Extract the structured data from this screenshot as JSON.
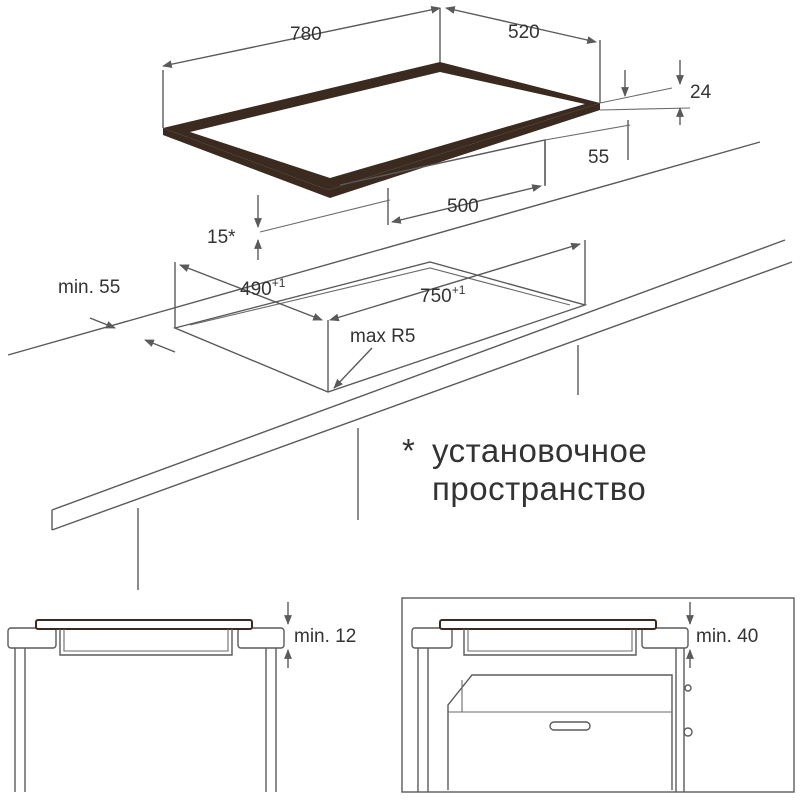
{
  "colors": {
    "line": "#5a5a5a",
    "hob_frame": "#3b2a1f",
    "text": "#333333",
    "background": "#ffffff"
  },
  "hob_dimensions": {
    "width": "780",
    "depth": "520",
    "thickness": "24",
    "back_offset": "55",
    "body_width": "500",
    "clearance": "15*"
  },
  "cutout": {
    "side_min": "min. 55",
    "depth_value": "490",
    "depth_tolerance": "+1",
    "width_value": "750",
    "width_tolerance": "+1",
    "corner_radius": "max R5"
  },
  "note": {
    "asterisk": "*",
    "line1": "установочное",
    "line2": "пространство"
  },
  "sections": {
    "left_min": "min. 12",
    "right_min": "min. 40"
  }
}
